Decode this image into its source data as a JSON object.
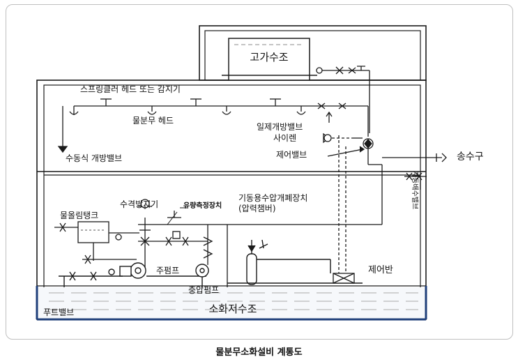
{
  "labels": {
    "elevated_tank": "고가수조",
    "sprinkler_or_detector": "스프링클러 헤드 또는 감지기",
    "spray_head": "물분무 헤드",
    "manual_valve": "수동식 개방밸브",
    "deluge_valve": "일제개방밸브",
    "siren": "사이렌",
    "control_valve": "제어밸브",
    "fire_dept_connection": "송수구",
    "auto_valve": "자동배수밸브",
    "priming_tank": "물올림탱크",
    "water_hammer": "수격방지기",
    "flow_meter": "유량측정장치",
    "pressure_chamber_line1": "기동용수압개폐장치",
    "pressure_chamber_line2": "(압력챔버)",
    "main_pump": "주펌프",
    "jockey_valve": "충압펌프",
    "control_panel": "제어반",
    "foot_valve": "푸트밸브",
    "reservoir": "소화저수조"
  },
  "caption": "물분무소화설비 계통도",
  "colors": {
    "water_line": "#1f3f7a",
    "line": "#1a1a1a",
    "frame": "#bfbfbf"
  }
}
